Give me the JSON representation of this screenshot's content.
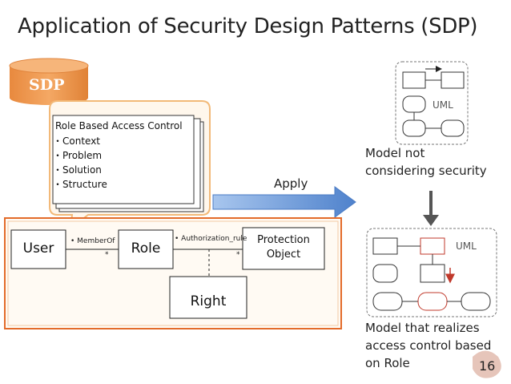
{
  "title": "Application of Security Design Patterns (SDP)",
  "sdp_label": "SDP",
  "pattern_card": {
    "name": "Role Based Access Control",
    "bullets": [
      "・Context",
      "・Problem",
      "・Solution",
      "・Structure"
    ]
  },
  "apply_label": "Apply",
  "model_before": {
    "caption_lines": [
      "Model not",
      "considering security"
    ],
    "uml_label": "UML"
  },
  "model_after": {
    "caption_lines": [
      "Model that realizes",
      "access control based",
      "on Role"
    ],
    "uml_label": "UML"
  },
  "structure": {
    "classes": {
      "user": "User",
      "role": "Role",
      "protection_object": "Protection Object",
      "right": "Right"
    },
    "associations": {
      "member_of": "• MemberOf",
      "member_of_mult": "*",
      "authorization": "• Authorization_rule",
      "authorization_mult": "*"
    }
  },
  "page_number": "16",
  "colors": {
    "orange": "#f0a24e",
    "orange_dark": "#e36b2a",
    "arrow_blue": "#5b8bd0",
    "red": "#c0392b",
    "gray_arrow": "#555555"
  }
}
